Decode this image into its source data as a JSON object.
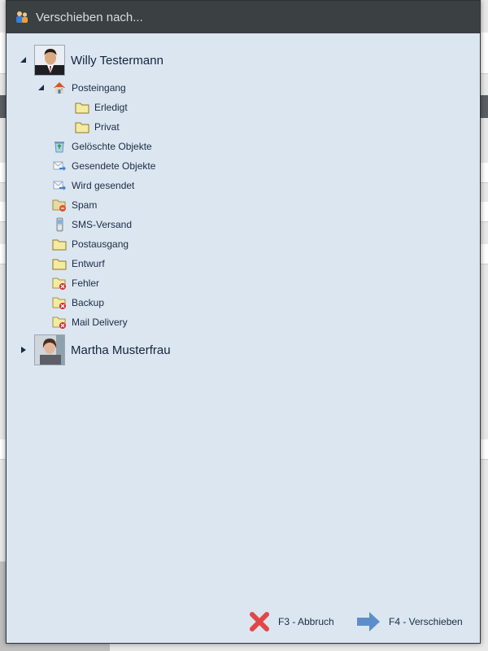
{
  "dialog": {
    "title": "Verschieben nach..."
  },
  "tree": {
    "accounts": [
      {
        "name": "Willy Testermann",
        "expanded": true,
        "folders": [
          {
            "label": "Posteingang",
            "icon": "inbox-house-icon",
            "expanded": true
          },
          {
            "label": "Erledigt",
            "icon": "folder-icon"
          },
          {
            "label": "Privat",
            "icon": "folder-icon"
          },
          {
            "label": "Gelöschte Objekte",
            "icon": "recycle-bin-icon"
          },
          {
            "label": "Gesendete Objekte",
            "icon": "sent-mail-icon"
          },
          {
            "label": "Wird gesendet",
            "icon": "sending-mail-icon"
          },
          {
            "label": "Spam",
            "icon": "spam-folder-icon"
          },
          {
            "label": "SMS-Versand",
            "icon": "mobile-phone-icon"
          },
          {
            "label": "Postausgang",
            "icon": "folder-icon"
          },
          {
            "label": "Entwurf",
            "icon": "folder-icon"
          },
          {
            "label": "Fehler",
            "icon": "error-folder-icon"
          },
          {
            "label": "Backup",
            "icon": "error-folder-icon"
          },
          {
            "label": "Mail Delivery",
            "icon": "error-folder-icon"
          }
        ]
      },
      {
        "name": "Martha Musterfrau",
        "expanded": false
      }
    ]
  },
  "footer": {
    "cancel_label": "F3 - Abbruch",
    "move_label": "F4 - Verschieben"
  },
  "colors": {
    "dialog_bg": "#dce6f1",
    "titlebar_bg": "#3b4043",
    "text": "#1b2b44"
  }
}
